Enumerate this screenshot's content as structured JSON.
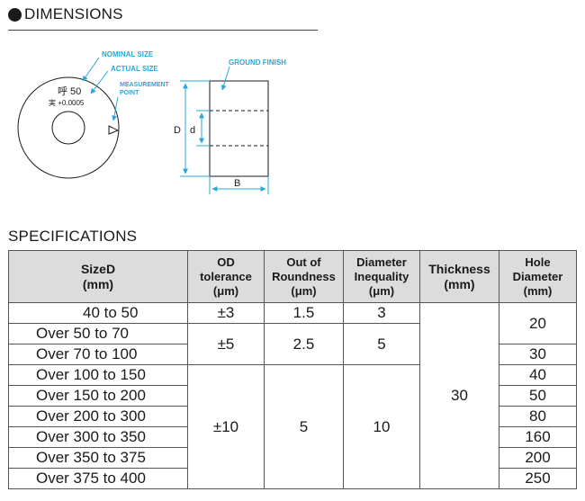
{
  "dimensions": {
    "title": "DIMENSIONS",
    "labels": {
      "nominal_size": "NOMINAL SIZE",
      "actual_size": "ACTUAL SIZE",
      "measurement_point_1": "MEASUREMENT",
      "measurement_point_2": "POINT",
      "ground_finish": "GROUND FINISH",
      "nominal_mark": "呼 50",
      "actual_mark": "実 +0.0005",
      "D": "D",
      "d": "d",
      "B": "B"
    },
    "colors": {
      "accent": "#2aa7d8",
      "ink": "#1a1a1a"
    }
  },
  "specifications": {
    "title": "SPECIFICATIONS",
    "headers": {
      "size_l1": "SizeD",
      "size_l2": "(mm)",
      "od_l1": "OD",
      "od_l2": "tolerance",
      "od_l3": "(μm)",
      "round_l1": "Out of",
      "round_l2": "Roundness",
      "round_l3": "(μm)",
      "diam_l1": "Diameter",
      "diam_l2": "Inequality",
      "diam_l3": "(μm)",
      "thick_l1": "Thickness",
      "thick_l2": "(mm)",
      "hole_l1": "Hole",
      "hole_l2": "Diameter",
      "hole_l3": "(mm)"
    },
    "sizes": [
      "40 to 50",
      "Over  50 to 70",
      "Over  70 to 100",
      "Over 100 to 150",
      "Over 150 to 200",
      "Over 200 to 300",
      "Over 300 to 350",
      "Over 350 to 375",
      "Over 375 to 400"
    ],
    "groups": [
      {
        "od": "±3",
        "round": "1.5",
        "diam": "3"
      },
      {
        "od": "±5",
        "round": "2.5",
        "diam": "5"
      },
      {
        "od": "±10",
        "round": "5",
        "diam": "10"
      }
    ],
    "thickness": "30",
    "holes": [
      "20",
      "30",
      "40",
      "50",
      "80",
      "160",
      "200",
      "250"
    ]
  }
}
